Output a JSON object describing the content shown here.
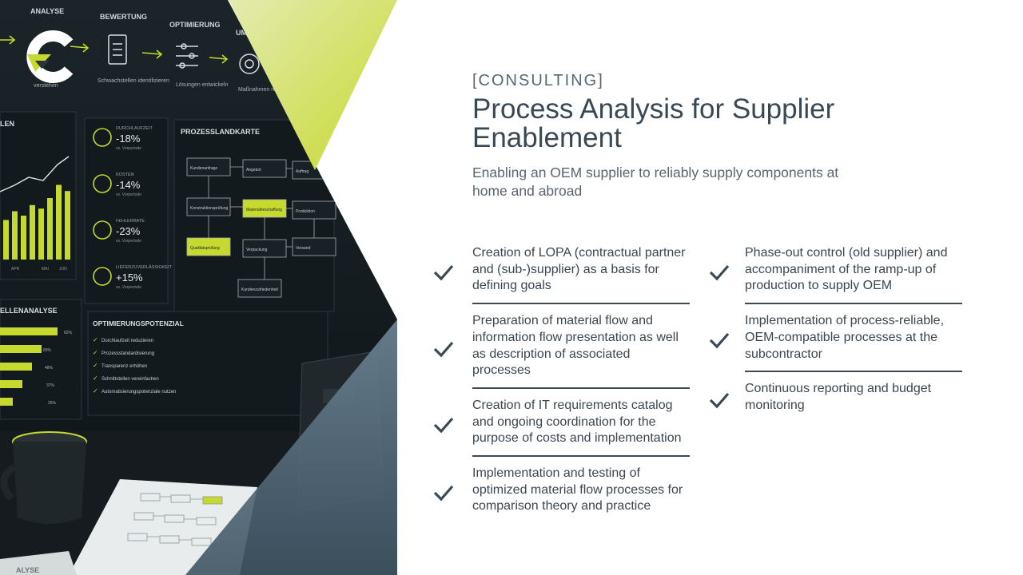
{
  "slide": {
    "eyebrow": "[CONSULTING]",
    "title": "Process Analysis for Supplier Enablement",
    "subtitle": "Enabling an OEM supplier to reliably supply components at home and abroad"
  },
  "colors": {
    "accent": "#c6d92e",
    "dark": "#3a4853",
    "text": "#3b4650",
    "panel_steel": "#5a7183"
  },
  "left_column": [
    {
      "text": "Creation of LOPA (contractual partner and (sub-)supplier) as a basis for defining goals",
      "icon": "check-icon"
    },
    {
      "text": "Preparation of material flow and information flow presentation as well as description of associated processes",
      "icon": "check-icon"
    },
    {
      "text": "Creation of IT requirements catalog and ongoing coordination for the purpose of costs and implementation",
      "icon": "check-icon"
    },
    {
      "text": "Implementation and testing of optimized material flow processes for comparison theory and practice",
      "icon": "check-icon"
    }
  ],
  "right_column": [
    {
      "text": "Phase-out control (old supplier) and accompaniment of the ramp-up of production to supply OEM",
      "icon": "check-icon"
    },
    {
      "text": "Implementation of process-reliable, OEM-compatible processes at the subcontractor",
      "icon": "check-icon"
    },
    {
      "text": "Continuous reporting and budget monitoring",
      "icon": "check-icon"
    }
  ],
  "dashboard": {
    "header_steps": [
      "ANALYSE",
      "BEWERTUNG",
      "OPTIMIERUNG",
      "UMS"
    ],
    "step_captions": [
      "verstehen",
      "Schwachstellen identifizieren",
      "Lösungen entwickeln",
      "Maßnahmen realisieren"
    ],
    "kpis": [
      {
        "label": "DURCHLAUFZEIT",
        "value": "-18%"
      },
      {
        "label": "KOSTEN",
        "value": "-14%"
      },
      {
        "label": "FEHLERRATE",
        "value": "-23%"
      },
      {
        "label": "LIEFERZUVERLÄSSIGKEIT",
        "value": "+15%"
      }
    ],
    "kpi_caption": "vs. Vorperiode",
    "panel_titles": [
      "LEN",
      "PROZESSLANDKARTE",
      "ELLENANALYSE",
      "OPTIMIERUNGSPOTENZIAL"
    ],
    "process_nodes": [
      "Kundenanfrage",
      "Angebot",
      "Auftrag",
      "Konstruktionsprüfung",
      "Materialbeschaffung",
      "Produktion",
      "Qualitätsprüfung",
      "Verpackung",
      "Versand",
      "Kundenzufriedenheit"
    ],
    "potentials": [
      "Durchlaufzeit reduzieren",
      "Prozessstandardisierung",
      "Transparenz erhöhen",
      "Schnittstellen vereinfachen",
      "Automatisierungspotenziale nutzen"
    ],
    "bar_percent_labels": [
      "62%",
      "65%",
      "48%",
      "37%",
      "25%"
    ],
    "bar_fractions": [
      0.72,
      0.52,
      0.4,
      0.28,
      0.16
    ],
    "month_labels": [
      "APR",
      "MAI",
      "JUN"
    ],
    "paper_caption": "ALYSE"
  }
}
